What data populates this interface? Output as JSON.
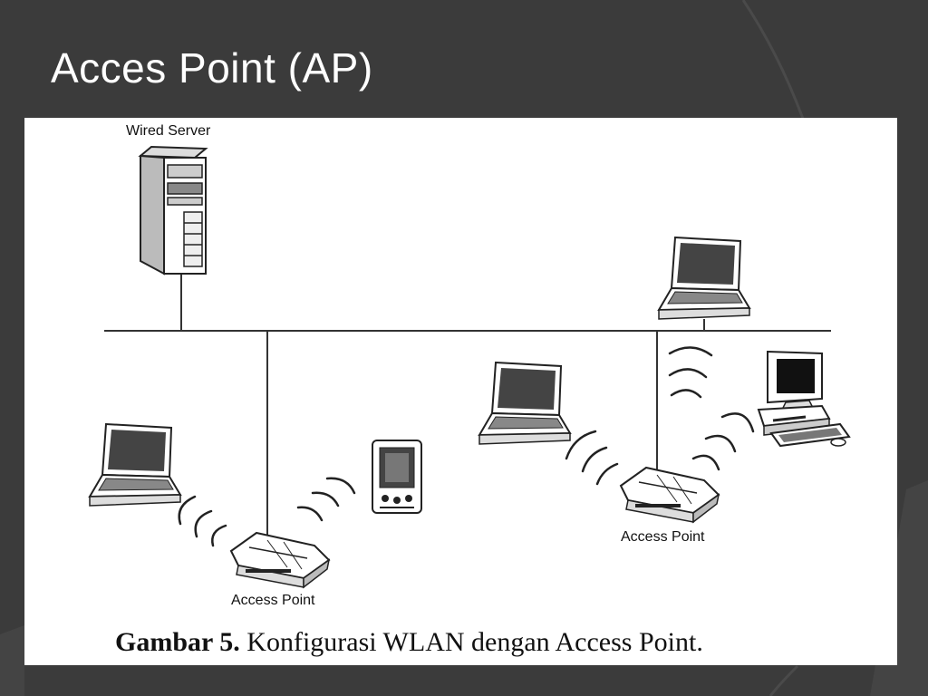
{
  "slide": {
    "title": "Acces Point (AP)"
  },
  "figure": {
    "labels": {
      "wired_server": "Wired Server",
      "access_point_left": "Access Point",
      "access_point_right": "Access Point"
    },
    "caption": {
      "prefix": "Gambar 5.",
      "text": " Konfigurasi WLAN dengan Access Point."
    }
  },
  "colors": {
    "slide_background": "#3b3b3b",
    "figure_background": "#ffffff",
    "title_text": "#ffffff"
  }
}
